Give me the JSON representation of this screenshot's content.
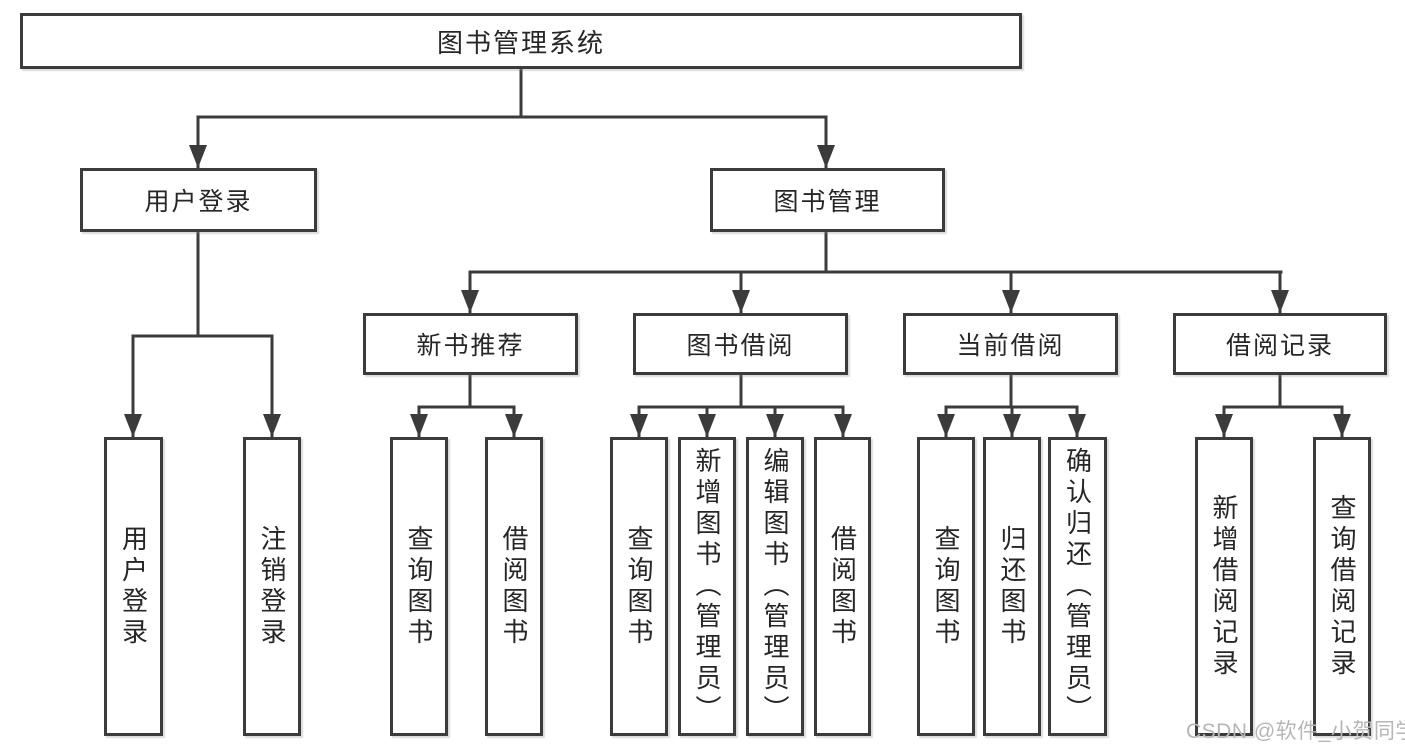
{
  "diagram": {
    "root": "图书管理系统",
    "branches": [
      {
        "label": "用户登录",
        "children": [
          {
            "label": "用户登录"
          },
          {
            "label": "注销登录"
          }
        ]
      },
      {
        "label": "图书管理",
        "sections": [
          {
            "label": "新书推荐",
            "children": [
              {
                "label": "查询图书"
              },
              {
                "label": "借阅图书"
              }
            ]
          },
          {
            "label": "图书借阅",
            "children": [
              {
                "label": "查询图书"
              },
              {
                "label": "新增图书（管理员）"
              },
              {
                "label": "编辑图书（管理员）"
              },
              {
                "label": "借阅图书"
              }
            ]
          },
          {
            "label": "当前借阅",
            "children": [
              {
                "label": "查询图书"
              },
              {
                "label": "归还图书"
              },
              {
                "label": "确认归还（管理员）"
              }
            ]
          },
          {
            "label": "借阅记录",
            "children": [
              {
                "label": "新增借阅记录"
              },
              {
                "label": "查询借阅记录"
              }
            ]
          }
        ]
      }
    ]
  },
  "watermark": {
    "text": "CSDN @软件_小贺同学"
  },
  "colors": {
    "line": "#3b3b3b",
    "text": "#262626",
    "background": "#ffffff",
    "watermark": "#b6b6b6"
  }
}
